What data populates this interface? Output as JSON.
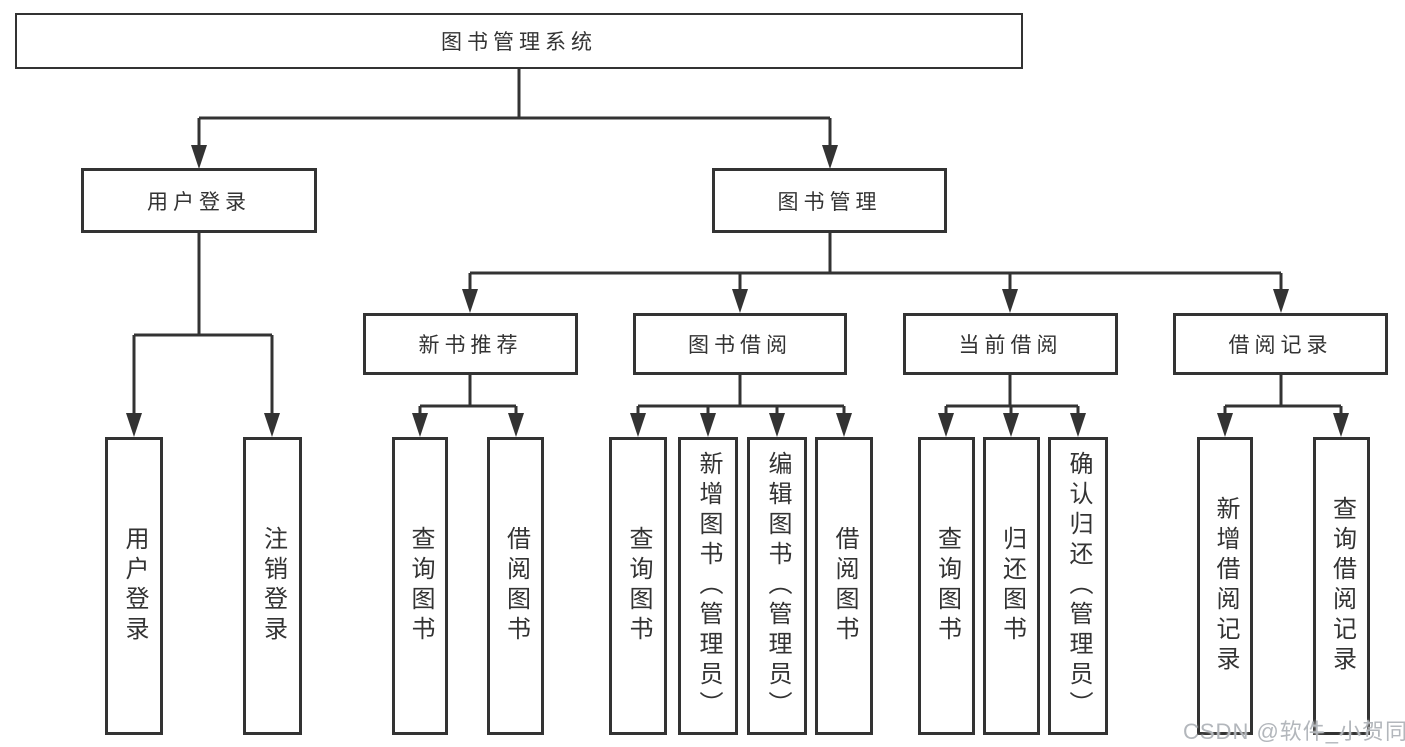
{
  "colors": {
    "line": "#333333",
    "box_border": "#333333",
    "text": "#333333",
    "watermark_text": "#b3b7bc",
    "background": "#ffffff"
  },
  "watermark": {
    "text": "CSDN @软件_小贺同学"
  },
  "tree": {
    "root": {
      "label": "图书管理系统"
    },
    "branches": [
      {
        "label": "用户登录",
        "children": [
          {
            "label": "用户登录"
          },
          {
            "label": "注销登录"
          }
        ]
      },
      {
        "label": "图书管理",
        "groups": [
          {
            "label": "新书推荐",
            "children": [
              {
                "label": "查询图书"
              },
              {
                "label": "借阅图书"
              }
            ]
          },
          {
            "label": "图书借阅",
            "children": [
              {
                "label": "查询图书"
              },
              {
                "label": "新增图书（管理员）"
              },
              {
                "label": "编辑图书（管理员）"
              },
              {
                "label": "借阅图书"
              }
            ]
          },
          {
            "label": "当前借阅",
            "children": [
              {
                "label": "查询图书"
              },
              {
                "label": "归还图书"
              },
              {
                "label": "确认归还（管理员）"
              }
            ]
          },
          {
            "label": "借阅记录",
            "children": [
              {
                "label": "新增借阅记录"
              },
              {
                "label": "查询借阅记录"
              }
            ]
          }
        ]
      }
    ]
  }
}
